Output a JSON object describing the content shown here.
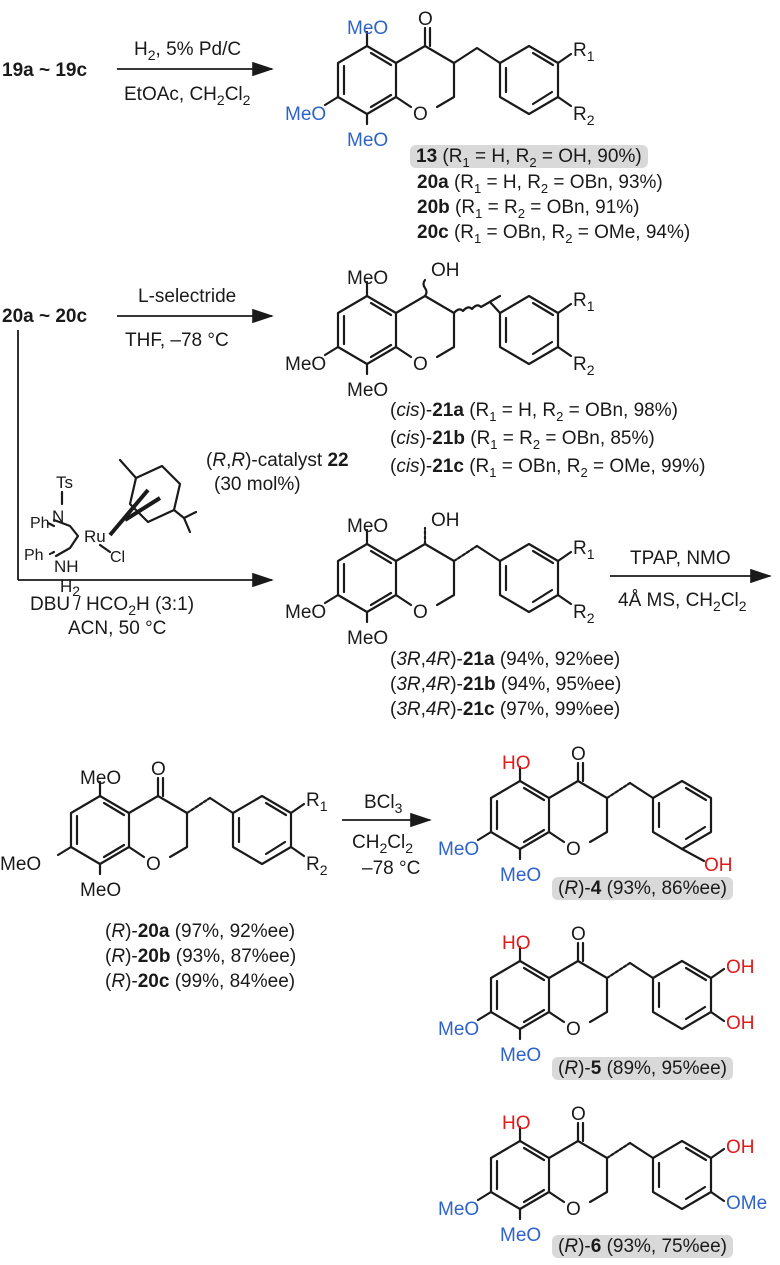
{
  "step1": {
    "start": "19a ~ 19c",
    "reagent_top": "H2, 5% Pd/C",
    "reagent_bottom": "EtOAc, CH2Cl2",
    "products": [
      {
        "id": "13",
        "detail": "(R1 = H, R2 = OH, 90%)",
        "highlight": true
      },
      {
        "id": "20a",
        "detail": "(R1 = H, R2 = OBn, 93%)"
      },
      {
        "id": "20b",
        "detail": "(R1 = R2 = OBn, 91%)"
      },
      {
        "id": "20c",
        "detail": "(R1 = OBn, R2 = OMe, 94%)"
      }
    ]
  },
  "step2": {
    "start": "20a ~ 20c",
    "reagent_top": "L-selectride",
    "reagent_bottom": "THF, –78 °C",
    "products": [
      {
        "prefix": "(cis)-",
        "id": "21a",
        "detail": "(R1 = H, R2 = OBn, 98%)"
      },
      {
        "prefix": "(cis)-",
        "id": "21b",
        "detail": "(R1 = R2 = OBn, 85%)"
      },
      {
        "prefix": "(cis)-",
        "id": "21c",
        "detail": "(R1 = OBn, R2 = OMe, 99%)"
      }
    ]
  },
  "step3": {
    "catalyst": "(R,R)-catalyst 22",
    "loading": "(30 mol%)",
    "reagent_bottom1": "DBU / HCO2H (3:1)",
    "reagent_bottom2": "ACN, 50 °C",
    "products": [
      {
        "prefix": "(3R,4R)-",
        "id": "21a",
        "detail": "(94%, 92%ee)"
      },
      {
        "prefix": "(3R,4R)-",
        "id": "21b",
        "detail": "(94%, 95%ee)"
      },
      {
        "prefix": "(3R,4R)-",
        "id": "21c",
        "detail": "(97%, 99%ee)"
      }
    ]
  },
  "step4": {
    "reagent_top": "TPAP, NMO",
    "reagent_bottom": "4Å MS, CH2Cl2",
    "products": [
      {
        "prefix": "(R)-",
        "id": "20a",
        "detail": "(97%, 92%ee)"
      },
      {
        "prefix": "(R)-",
        "id": "20b",
        "detail": "(93%, 87%ee)"
      },
      {
        "prefix": "(R)-",
        "id": "20c",
        "detail": "(99%, 84%ee)"
      }
    ]
  },
  "step5": {
    "reagent_top": "BCl3",
    "reagent_mid": "CH2Cl2",
    "reagent_bottom": "–78 °C",
    "products": [
      {
        "prefix": "(R)-",
        "id": "4",
        "detail": "(93%, 86%ee)"
      },
      {
        "prefix": "(R)-",
        "id": "5",
        "detail": "(89%, 95%ee)"
      },
      {
        "prefix": "(R)-",
        "id": "6",
        "detail": "(93%, 75%ee)"
      }
    ]
  },
  "atoms": {
    "MeO": "MeO",
    "O": "O",
    "OH": "OH",
    "HO": "HO",
    "OMe": "OMe",
    "R1": "R1",
    "R2": "R2",
    "Ts": "Ts",
    "N": "N",
    "Ru": "Ru",
    "Cl": "Cl",
    "Ph": "Ph",
    "H2": "H2",
    "NH": "NH"
  },
  "colors": {
    "methoxy": "#2f63c9",
    "hydroxyl": "#e0191b",
    "highlight": "#d9d9d9"
  }
}
